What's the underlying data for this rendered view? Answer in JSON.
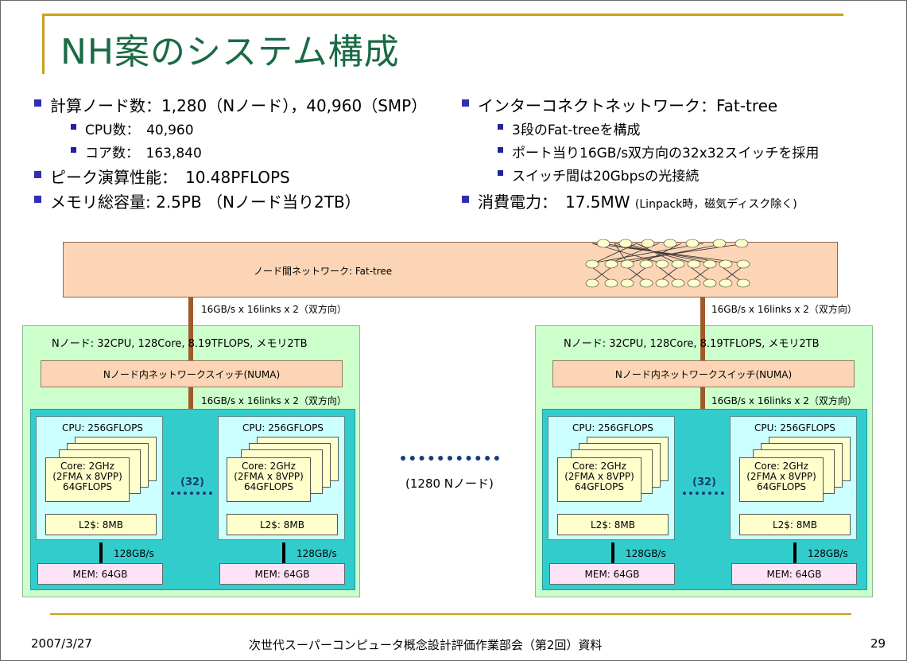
{
  "title": "NH案のシステム構成",
  "left_bullets": [
    {
      "text": "計算ノード数：1,280（Nノード），40,960（SMP）",
      "subs": [
        "CPU数：　40,960",
        "コア数：　163,840"
      ]
    },
    {
      "text": "ピーク演算性能：　10.48PFLOPS",
      "subs": []
    },
    {
      "text": "メモリ総容量: 2.5PB （Nノード当り2TB）",
      "subs": []
    }
  ],
  "right_bullets": [
    {
      "text": "インターコネクトネットワーク：Fat-tree",
      "subs": [
        "3段のFat-treeを構成",
        "ポート当り16GB/s双方向の32x32スイッチを採用",
        "スイッチ間は20Gbpsの光接続"
      ]
    },
    {
      "text": "消費電力：　17.5MW",
      "note": "(Linpack時，磁気ディスク除く)",
      "subs": []
    }
  ],
  "diagram": {
    "network_label": "ノード間ネットワーク: Fat-tree",
    "link_label": "16GB/s x 16links x 2（双方向）",
    "node_label": "Nノード: 32CPU, 128Core, 8.19TFLOPS, メモリ2TB",
    "switch_label": "Nノード内ネットワークスイッチ(NUMA)",
    "cpu_label": "CPU: 256GFLOPS",
    "core_label_lines": [
      "Core: 2GHz",
      "(2FMA x 8VPP)",
      "64GFLOPS"
    ],
    "l2_label": "L2$:  8MB",
    "mem_bw_label": "128GB/s",
    "mem_label": "MEM: 64GB",
    "cpu_count_label": "(32)",
    "node_count_label": "(1280 Nノード)"
  },
  "footer": {
    "date": "2007/3/27",
    "center": "次世代スーパーコンピュータ概念設計評価作業部会（第2回）資料",
    "page": "29"
  },
  "colors": {
    "title": "#1a6b45",
    "rule": "#c8a21a",
    "network_fill": "#fbd5b5",
    "node_fill": "#ccffcc",
    "inner_fill": "#33cccc",
    "cpu_fill": "#ccffff",
    "core_fill": "#ffffcc",
    "mem_fill": "#fde3f7",
    "link": "#a05a2a"
  }
}
